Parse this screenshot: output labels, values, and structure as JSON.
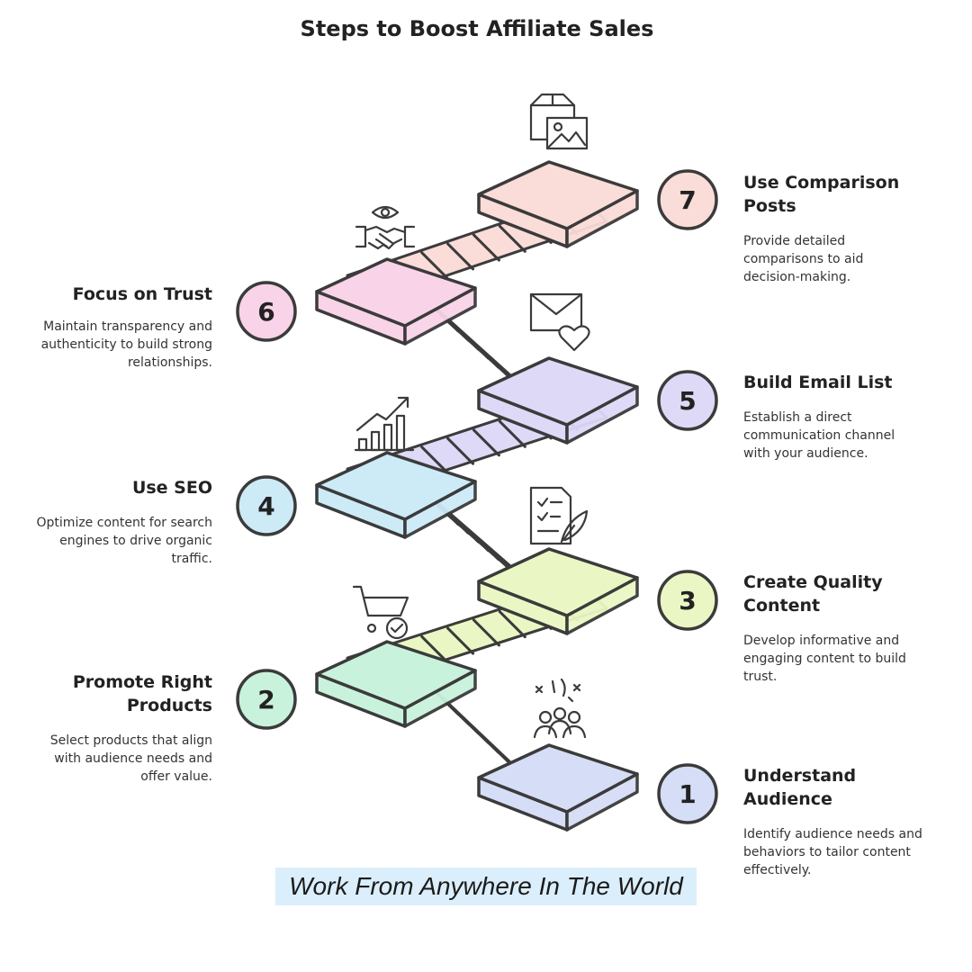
{
  "title": "Steps to Boost Affiliate Sales",
  "footer": "Work From Anywhere In The World",
  "steps": [
    {
      "number": "1",
      "title": "Understand Audience",
      "description": "Identify audience needs and behaviors to tailor content effectively.",
      "color": "#d6ddf6",
      "icon": "audience-celebration-icon"
    },
    {
      "number": "2",
      "title": "Promote Right Products",
      "description": "Select products that align with audience needs and offer value.",
      "color": "#c9f2dc",
      "icon": "shopping-cart-check-icon"
    },
    {
      "number": "3",
      "title": "Create Quality Content",
      "description": "Develop informative and engaging content to build trust.",
      "color": "#eaf7c4",
      "icon": "checklist-pen-icon"
    },
    {
      "number": "4",
      "title": "Use SEO",
      "description": "Optimize content for search engines to drive organic traffic.",
      "color": "#cdeaf7",
      "icon": "growth-chart-icon"
    },
    {
      "number": "5",
      "title": "Build Email List",
      "description": "Establish a direct communication channel with your audience.",
      "color": "#ddd9f7",
      "icon": "envelope-heart-icon"
    },
    {
      "number": "6",
      "title": "Focus on Trust",
      "description": "Maintain transparency and authenticity to build strong relationships.",
      "color": "#f9d3e8",
      "icon": "handshake-eye-icon"
    },
    {
      "number": "7",
      "title": "Use Comparison Posts",
      "description": "Provide detailed comparisons to aid decision-making.",
      "color": "#fadcd8",
      "icon": "box-image-icon"
    }
  ]
}
